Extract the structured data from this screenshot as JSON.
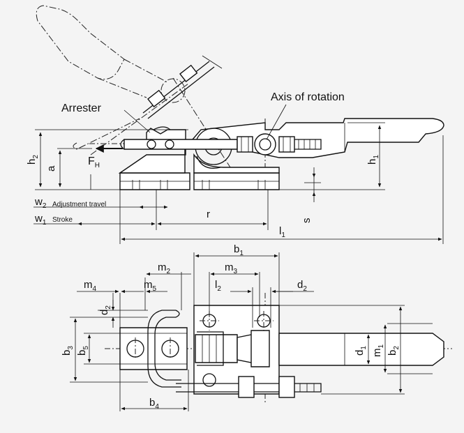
{
  "labels": {
    "arrester": "Arrester",
    "axis_of_rotation": "Axis of rotation",
    "force": "F",
    "force_sub": "H",
    "h2": "h",
    "h2_sub": "2",
    "a": "a",
    "h1": "h",
    "h1_sub": "1",
    "w2": "w",
    "w2_sub": "2",
    "w2_text": "Adjustment travel",
    "w1": "w",
    "w1_sub": "1",
    "w1_text": "Stroke",
    "r": "r",
    "s": "s",
    "l1": "l",
    "l1_sub": "1",
    "b1": "b",
    "b1_sub": "1",
    "m2": "m",
    "m2_sub": "2",
    "m3": "m",
    "m3_sub": "3",
    "m4": "m",
    "m4_sub": "4",
    "m5": "m",
    "m5_sub": "5",
    "l2": "l",
    "l2_sub": "2",
    "d2": "d",
    "d2_sub": "2",
    "d2_top": "d",
    "d2_top_sub": "2",
    "b3": "b",
    "b3_sub": "3",
    "b5": "b",
    "b5_sub": "5",
    "b4": "b",
    "b4_sub": "4",
    "d1": "d",
    "d1_sub": "1",
    "m1": "m",
    "m1_sub": "1",
    "b2": "b",
    "b2_sub": "2"
  }
}
